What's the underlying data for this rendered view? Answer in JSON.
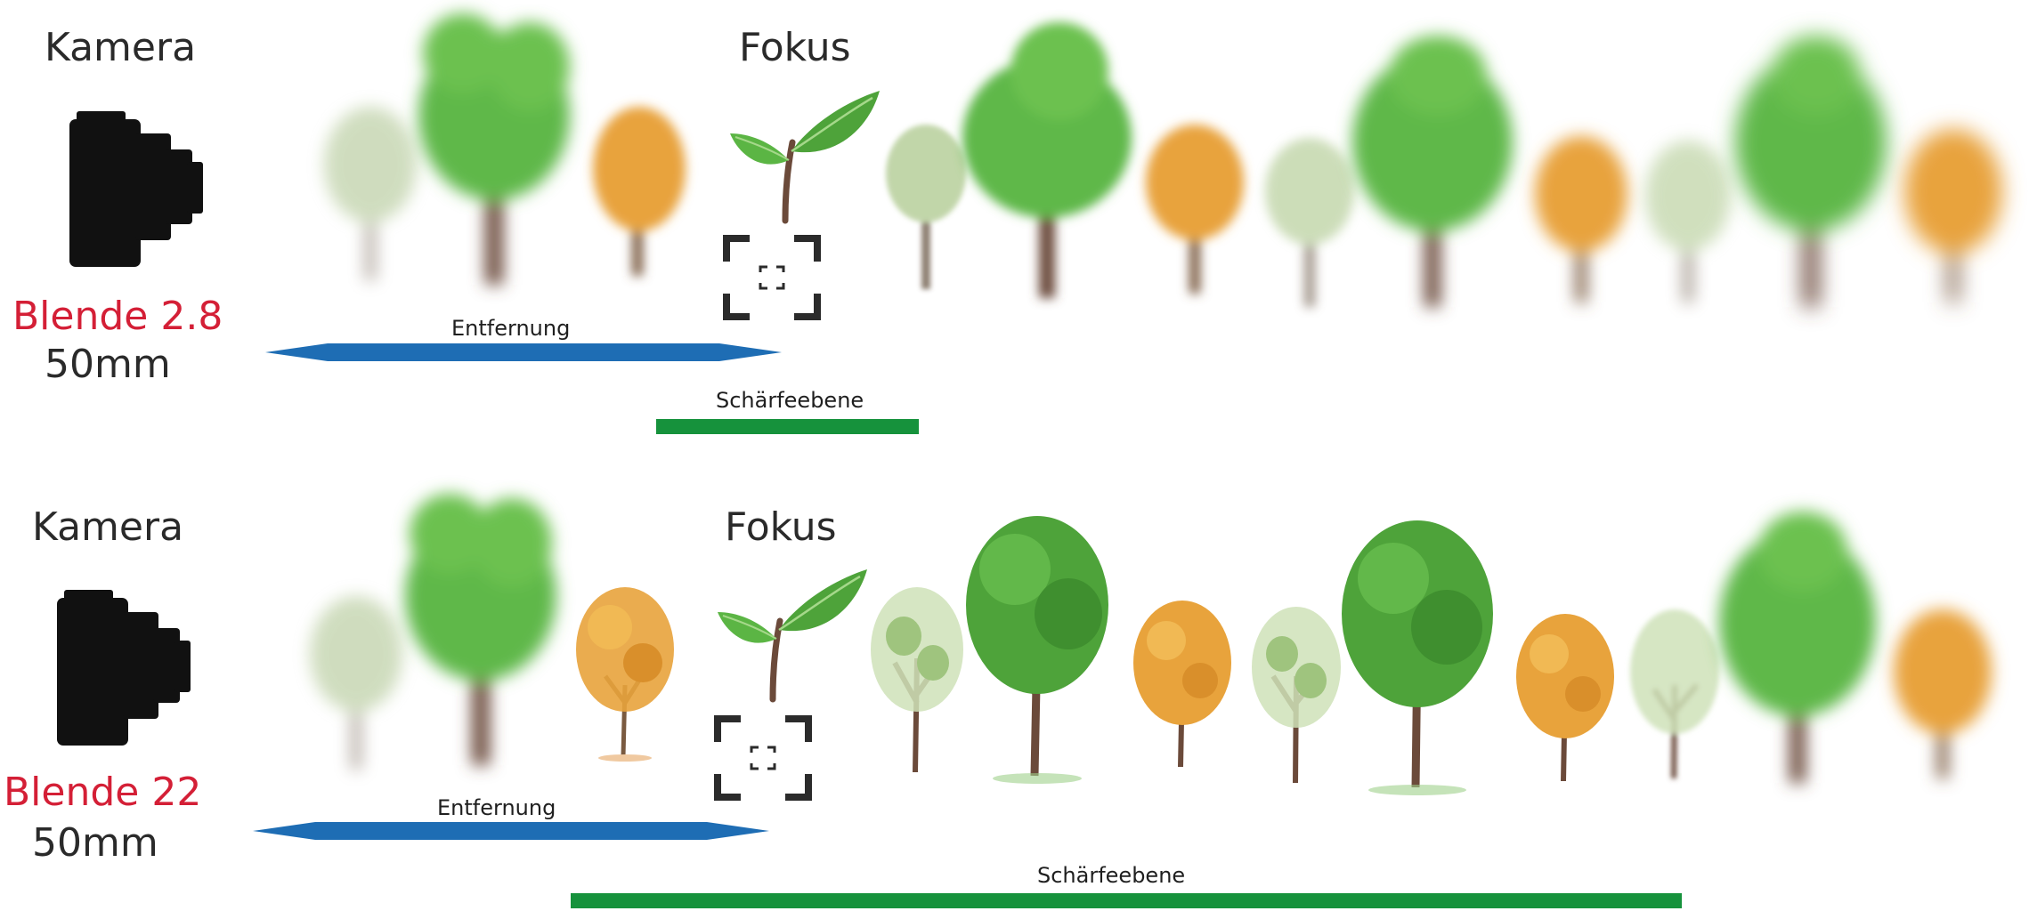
{
  "colors": {
    "aperture_text": "#d41f36",
    "distance_arrow": "#1e6db4",
    "focus_plane_bar": "#16923c",
    "label_text": "#2a2a2a",
    "tree_green": "#5fb84a",
    "tree_orange": "#e8a33c",
    "trunk": "#6b4a3a"
  },
  "panels": [
    {
      "camera_label": "Kamera",
      "aperture_label": "Blende 2.8",
      "focal_length_label": "50mm",
      "focus_label": "Fokus",
      "distance_label": "Entfernung",
      "focus_plane_label": "Schärfeebene",
      "icons": [
        "camera-icon",
        "seedling-icon",
        "focus-frame-icon"
      ]
    },
    {
      "camera_label": "Kamera",
      "aperture_label": "Blende 22",
      "focal_length_label": "50mm",
      "focus_label": "Fokus",
      "distance_label": "Entfernung",
      "focus_plane_label": "Schärfeebene",
      "icons": [
        "camera-icon",
        "seedling-icon",
        "focus-frame-icon"
      ]
    }
  ]
}
